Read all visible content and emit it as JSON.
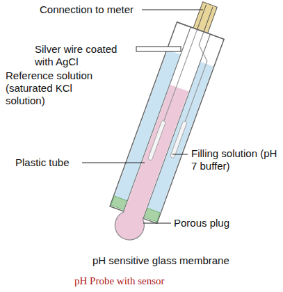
{
  "diagram": {
    "caption": "pH Probe with sensor",
    "labels": [
      "Connection to meter",
      "Silver wire coated with AgCl",
      "Reference solution (saturated KCl solution)",
      "Plastic tube",
      "Filling solution (pH 7 buffer)",
      "Porous plug",
      "pH sensitive glass membrane"
    ]
  }
}
